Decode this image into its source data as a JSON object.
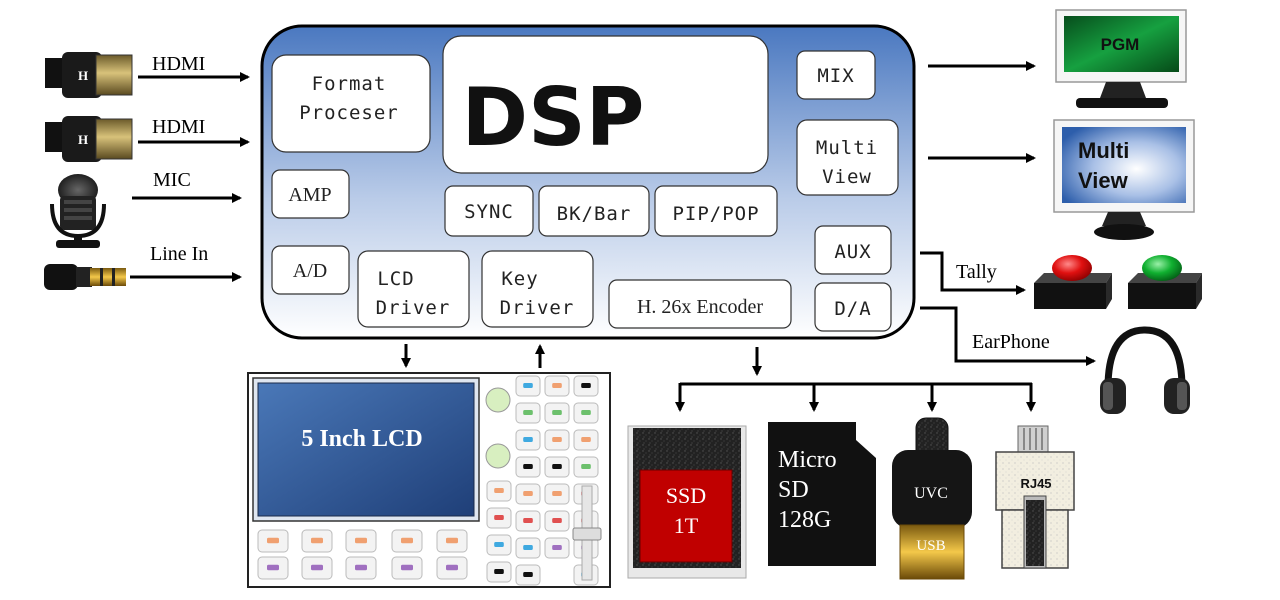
{
  "inputs": {
    "hdmi1": "HDMI",
    "hdmi2": "HDMI",
    "mic": "MIC",
    "line_in": "Line In",
    "hdmi_plug_letter": "H"
  },
  "dsp": {
    "title": "DSP",
    "format_processor": [
      "Format",
      "Proceser"
    ],
    "amp": "AMP",
    "ad": "A/D",
    "lcd_driver": [
      "LCD",
      "Driver"
    ],
    "key_driver": [
      "Key",
      "Driver"
    ],
    "sync": "SYNC",
    "bk_bar": "BK/Bar",
    "pip_pop": "PIP/POP",
    "mix": "MIX",
    "multi_view": [
      "Multi",
      "View"
    ],
    "aux": "AUX",
    "da": "D/A",
    "h26x_encoder": "H. 26x Encoder"
  },
  "outputs": {
    "pgm": "PGM",
    "multi_view_monitor": [
      "Multi",
      "View"
    ],
    "tally": "Tally",
    "earphone": "EarPhone"
  },
  "panel": {
    "lcd_label": "5 Inch LCD"
  },
  "storage": {
    "ssd": [
      "SSD",
      "1T"
    ],
    "micro_sd": [
      "Micro",
      "SD",
      "128G"
    ],
    "uvc": "UVC",
    "usb": "USB",
    "rj45": "RJ45"
  },
  "colors": {
    "dsp_gradient_top": "#4f7dc2",
    "dsp_gradient_bottom": "#ffffff",
    "pgm_screen": "#0f7a2c",
    "multiview_screen": "#3e6fb8",
    "tally_red": "#e01010",
    "tally_green": "#10b030",
    "lcd_screen": "#2a4f8c",
    "ssd_red": "#c00000"
  }
}
